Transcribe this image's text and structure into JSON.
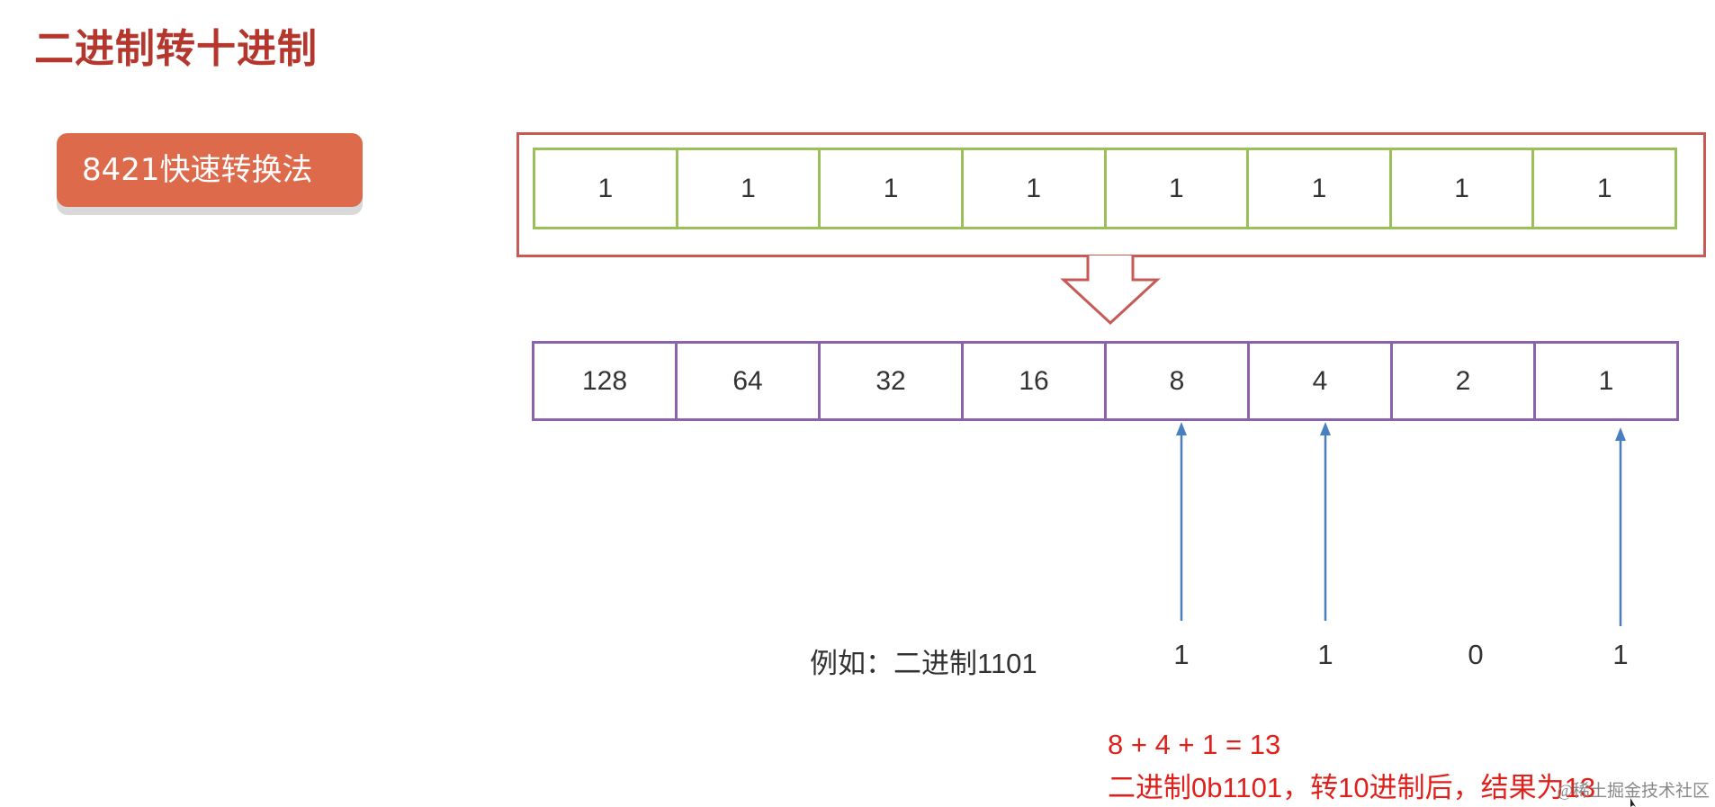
{
  "title": "二进制转十进制",
  "method_label": "8421快速转换法",
  "bits": [
    "1",
    "1",
    "1",
    "1",
    "1",
    "1",
    "1",
    "1"
  ],
  "weights": [
    "128",
    "64",
    "32",
    "16",
    "8",
    "4",
    "2",
    "1"
  ],
  "example": {
    "label": "例如：二进制1101",
    "digits": [
      "1",
      "1",
      "0",
      "1"
    ]
  },
  "result": {
    "sum_line": "8 + 4 + 1 = 13",
    "conclusion_line": "二进制0b1101，转10进制后，结果为13"
  },
  "watermark": "@稀土掘金技术社区",
  "colors": {
    "title": "#b5362c",
    "badge": "#dd6a4a",
    "frame": "#c85a55",
    "bits_border": "#9bbf5a",
    "weights_border": "#8c62ad",
    "pointer_arrows": "#4a7fbe",
    "result_text": "#e0201b"
  }
}
